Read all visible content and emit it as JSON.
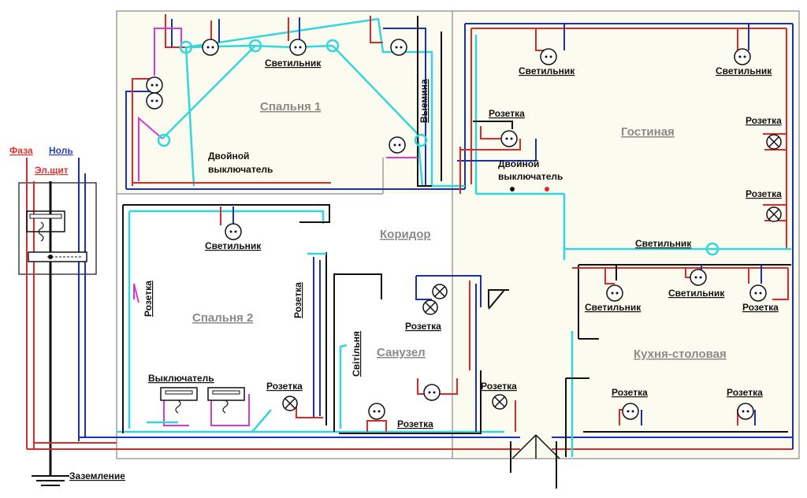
{
  "legend": {
    "phase": "Фаза",
    "neutral": "Ноль",
    "panel": "Эл.щит",
    "ground": "Заземление"
  },
  "rooms": {
    "bedroom1": "Спальня 1",
    "bedroom2": "Спальня 2",
    "living": "Гостиная",
    "corridor": "Коридор",
    "bathroom": "Санузел",
    "kitchen": "Кухня-столовая"
  },
  "labels": {
    "b1_light": "Светильник",
    "b1_alcove": "Выемина",
    "b1_switch_l1": "Двойной",
    "b1_switch_l2": "выключатель",
    "lv_light1": "Светильник",
    "lv_light2": "Светильник",
    "lv_socket1": "Розетка",
    "lv_socket_r1": "Розетка",
    "lv_socket_r2": "Розетка",
    "cor_switch_l1": "Двойной",
    "cor_switch_l2": "выключатель",
    "cor_light": "Светильник",
    "b2_light": "Светильник",
    "b2_socket_left": "Розетка",
    "b2_socket_right": "Розетка",
    "b2_switch": "Выключатель",
    "b2_socket_bottom": "Розетка",
    "bath_light": "Світільня",
    "bath_socket_top": "Розетка",
    "bath_socket_bottom": "Розетка",
    "hall_socket": "Розетка",
    "k_light1": "Светильник",
    "k_light2": "Светильник",
    "k_socket_r": "Розетка",
    "k_socket_b1": "Розетка",
    "k_socket_b2": "Розетка"
  },
  "colors": {
    "phase": "#e02828",
    "neutral": "#1a2ec0",
    "ground_wire": "#33d6dc",
    "switched": "#d838d8",
    "wall": "#888888",
    "room_fill": "#fbfcef"
  }
}
